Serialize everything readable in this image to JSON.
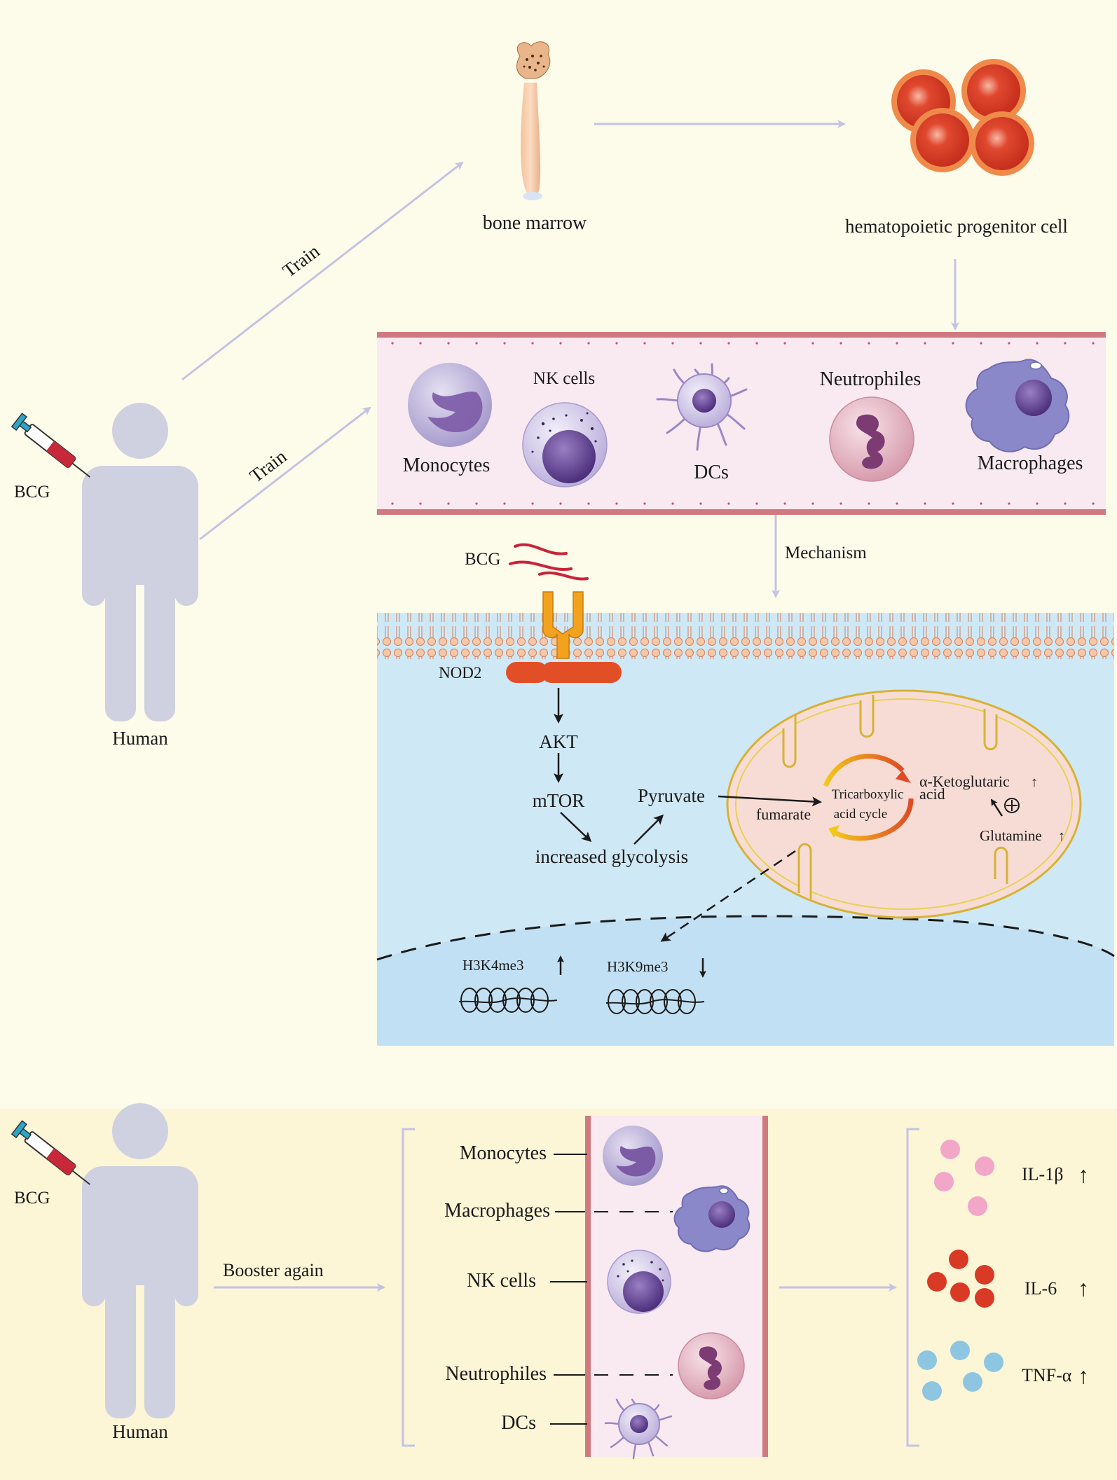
{
  "labels": {
    "bcg_top": "BCG",
    "human_top": "Human",
    "train_upper": "Train",
    "train_lower": "Train",
    "bone_marrow": "bone marrow",
    "hpc": "hematopoietic progenitor cell",
    "mechanism": "Mechanism",
    "bcg_mech": "BCG",
    "nod2": "NOD2",
    "akt": "AKT",
    "mtor": "mTOR",
    "glycolysis": "increased glycolysis",
    "pyruvate": "Pyruvate",
    "tca_line1": "Tricarboxylic",
    "tca_line2": "acid  cycle",
    "fumarate": "fumarate",
    "akg_line1": "α-Ketoglutaric",
    "akg_line2": "acid",
    "glutamine": "Glutamine",
    "h3k4": "H3K4me3",
    "h3k9": "H3K9me3",
    "bcg_bottom": "BCG",
    "human_bottom": "Human",
    "booster": "Booster again"
  },
  "vessel_cells": {
    "monocytes": "Monocytes",
    "nk": "NK cells",
    "dcs": "DCs",
    "neutrophiles": "Neutrophiles",
    "macrophages": "Macrophages"
  },
  "bottom_cells": [
    "Monocytes",
    "Macrophages",
    "NK cells",
    "Neutrophiles",
    "DCs"
  ],
  "cytokines": [
    {
      "name": "IL-1β",
      "color": "#f2a6c8"
    },
    {
      "name": "IL-6",
      "color": "#d83a26"
    },
    {
      "name": "TNF-α",
      "color": "#8ec6e2"
    }
  ],
  "colors": {
    "background": "#fdfbea",
    "bottom_panel": "#fcf5d6",
    "vessel_fill": "#f9e9f0",
    "vessel_wall": "#d07a80",
    "human": "#cfd1e0",
    "arrow": "#c5c3e3",
    "cell_interior": "#cfe8f5",
    "mitochondria": "#f7dcd5"
  }
}
